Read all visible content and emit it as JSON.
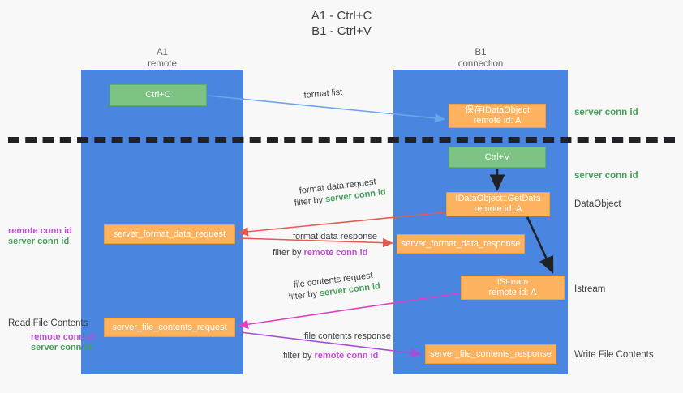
{
  "title": "A1 - Ctrl+C\nB1 - Ctrl+V",
  "columns": {
    "left": {
      "name": "A1",
      "sub": "remote",
      "label": "A1\nremote"
    },
    "right": {
      "name": "B1",
      "sub": "connection",
      "label": "B1\nconnection"
    }
  },
  "nodes": {
    "ctrl_c": {
      "label": "Ctrl+C",
      "color": "#7dc384",
      "kind": "green"
    },
    "save_dataobject": {
      "label": "保存IDataObject\nremote id: A",
      "color": "#fcb25e",
      "kind": "orange"
    },
    "ctrl_v": {
      "label": "Ctrl+V",
      "color": "#7dc384",
      "kind": "green"
    },
    "get_data": {
      "label": "IDataObject::GetData\nremote id: A",
      "color": "#fcb25e",
      "kind": "orange"
    },
    "istream": {
      "label": "IStream\nremote id: A",
      "color": "#fcb25e",
      "kind": "orange"
    },
    "server_format_data_request": {
      "label": "server_format_data_request",
      "color": "#fcb25e",
      "kind": "orange"
    },
    "server_format_data_response": {
      "label": "server_format_data_response",
      "color": "#fcb25e",
      "kind": "orange"
    },
    "server_file_contents_request": {
      "label": "server_file_contents_request",
      "color": "#fcb25e",
      "kind": "orange"
    },
    "server_file_contents_response": {
      "label": "server_file_contents_response",
      "color": "#fcb25e",
      "kind": "orange"
    }
  },
  "edge_captions": {
    "format_list": "format list",
    "format_data_request": "format data request",
    "format_data_response": "format data response",
    "file_contents_request": "file contents request",
    "file_contents_response": "file contents response",
    "filter_by": "filter by ",
    "server_conn_id": "server conn id",
    "remote_conn_id": "remote conn id"
  },
  "right_labels": {
    "server_conn_id_top": "server conn id",
    "server_conn_id_mid": "server conn id",
    "dataobject": "DataObject",
    "istream": "Istream",
    "write_file_contents": "Write File Contents"
  },
  "left_labels": {
    "remote_conn_id_1": "remote conn id",
    "server_conn_id_1": "server conn id",
    "read_file_contents": "Read File Contents",
    "remote_conn_id_2": "remote conn id",
    "server_conn_id_2": "server conn id"
  },
  "colors": {
    "lane": "#4a86e0",
    "green_node": "#7dc384",
    "orange_node": "#fcb25e",
    "server_conn_id": "#46a05a",
    "remote_conn_id": "#c14fd6",
    "arrow_blue": "#6aa6e8",
    "arrow_red": "#e8594f",
    "arrow_magenta": "#e040c0",
    "arrow_purple": "#a64fd6",
    "arrow_black": "#202124",
    "divider": "#202124",
    "background": "#f8f8f8"
  }
}
